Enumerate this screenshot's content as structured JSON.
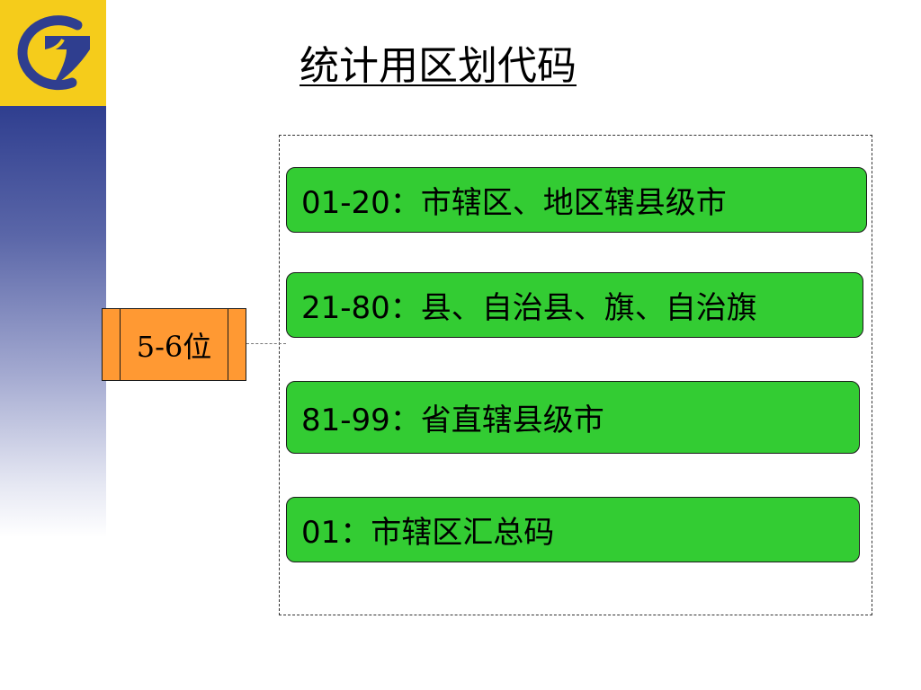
{
  "title": "统计用区划代码",
  "tag": {
    "label": "5-6位"
  },
  "codes": [
    {
      "text": "01-20：市辖区、地区辖县级市"
    },
    {
      "text": "21-80：县、自治县、旗、自治旗"
    },
    {
      "text": "81-99：省直辖县级市"
    },
    {
      "text": "01：市辖区汇总码"
    }
  ],
  "colors": {
    "logo_bg": "#f5cc1b",
    "logo_mark": "#2f3e8f",
    "code_box": "#33cc33",
    "tag": "#ff9933"
  },
  "icons": {
    "logo": "statistics-bureau-logo-icon"
  }
}
